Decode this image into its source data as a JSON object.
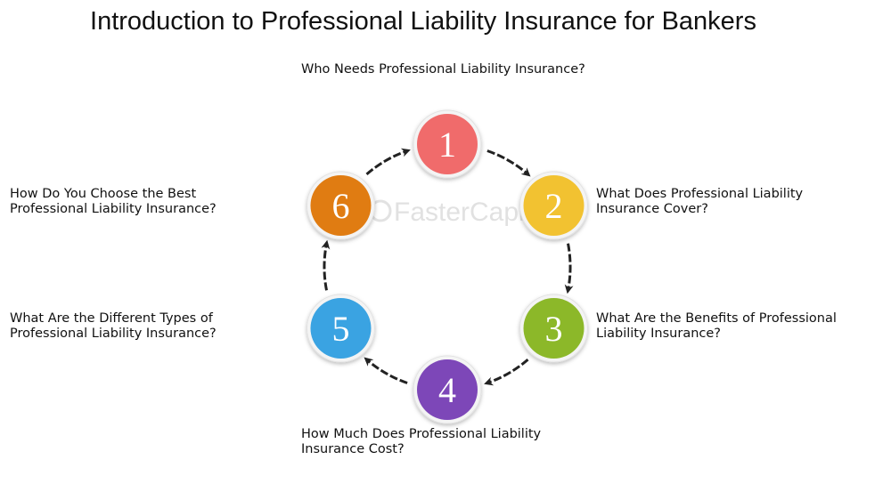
{
  "title": "Introduction to Professional Liability Insurance for Bankers",
  "watermark": "FasterCapital",
  "nodes": [
    {
      "number": "1",
      "label": "Who Needs Professional Liability Insurance?",
      "color": "#f06b6b"
    },
    {
      "number": "2",
      "label": "What Does Professional Liability Insurance Cover?",
      "color": "#f2c231"
    },
    {
      "number": "3",
      "label": "What Are the Benefits of Professional Liability Insurance?",
      "color": "#8cb829"
    },
    {
      "number": "4",
      "label": "How Much Does Professional Liability Insurance Cost?",
      "color": "#7d47b8"
    },
    {
      "number": "5",
      "label": "What Are the Different Types of Professional Liability Insurance?",
      "color": "#3aa3e2"
    },
    {
      "number": "6",
      "label": "How Do You Choose the Best Professional Liability Insurance?",
      "color": "#e07c12"
    }
  ]
}
